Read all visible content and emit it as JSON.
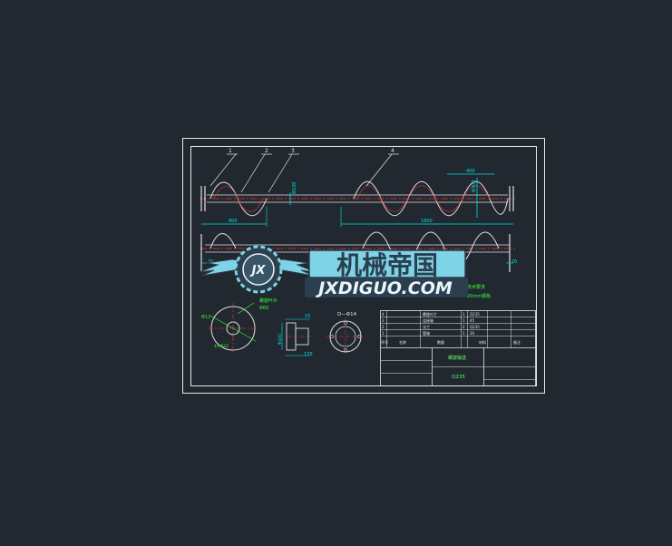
{
  "colors": {
    "background": "#212830",
    "frame": "#e8e8e8",
    "outline": "#e0e0e0",
    "centerline": "#ff3030",
    "dimension": "#00e0e0",
    "leader": "#e8e8e8",
    "note": "#33ff33",
    "text_green": "#66ff66",
    "watermark_fill": "#7fd3e6",
    "watermark_dark": "#2b3f4e",
    "watermark_text_light": "#e9f6fa"
  },
  "drawing": {
    "balloons": [
      "1",
      "2",
      "3",
      "4"
    ],
    "dims": {
      "top_pitch": "400",
      "top_diameter": "Φ300",
      "top_left_len": "800",
      "top_right_len": "1800",
      "shaft_dia": "Φ100",
      "bottom_left": "20",
      "bottom_right": "20",
      "flange_note_a": "4×Φ22",
      "flange_note_b": "Φ60",
      "disk_dim": "Φ12",
      "side_top": "15",
      "side_bottom": "170",
      "side_vertical": "Φ100",
      "ring_label": "D—Φ14"
    },
    "notes": {
      "spec_line_1": "技术要求",
      "spec_line_2": "20mm钢板",
      "section_label": "螺旋叶片"
    }
  },
  "title_block": {
    "drawing_name": "螺旋输送",
    "material": "Q235",
    "bom_rows": [
      {
        "no": "4",
        "name": "螺旋叶片",
        "qty": "1",
        "mat": "Q235"
      },
      {
        "no": "3",
        "name": "连接轴",
        "qty": "1",
        "mat": "45"
      },
      {
        "no": "2",
        "name": "法兰",
        "qty": "2",
        "mat": "Q235"
      },
      {
        "no": "1",
        "name": "管轴",
        "qty": "1",
        "mat": "20"
      }
    ],
    "header": [
      "序号",
      "名称",
      "数量",
      "材料",
      "备注"
    ]
  },
  "watermark": {
    "chinese": "机械帝国",
    "english": "JXDIGUO.COM",
    "badge": "JX"
  }
}
